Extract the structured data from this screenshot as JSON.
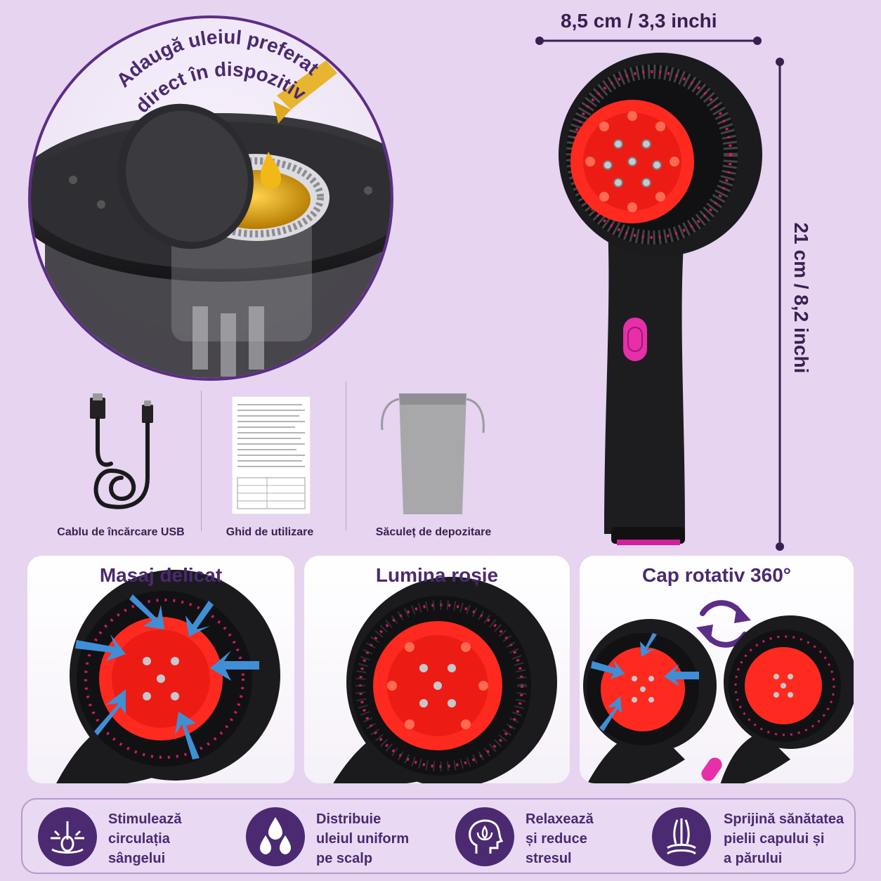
{
  "oil_callout": {
    "line1": "Adaugă uleiul preferat",
    "line2": "direct în dispozitiv"
  },
  "dimensions": {
    "width": "8,5 cm / 3,3 inchi",
    "height": "21 cm / 8,2 inchi"
  },
  "accessories": [
    {
      "label": "Cablu de încărcare USB",
      "icon": "usb-cable-icon"
    },
    {
      "label": "Ghid de utilizare",
      "icon": "manual-icon"
    },
    {
      "label": "Săculeț de depozitare",
      "icon": "storage-pouch-icon"
    }
  ],
  "features": [
    {
      "title": "Masaj delicat"
    },
    {
      "title": "Lumina roșie"
    },
    {
      "title": "Cap rotativ 360°"
    }
  ],
  "benefits": [
    {
      "lines": [
        "Stimulează",
        "circulația",
        "sângelui"
      ],
      "icon": "hair-follicle-icon"
    },
    {
      "lines": [
        "Distribuie",
        "uleiul uniform",
        "pe scalp"
      ],
      "icon": "oil-drops-icon"
    },
    {
      "lines": [
        "Relaxează",
        "și reduce",
        "stresul"
      ],
      "icon": "lotus-head-icon"
    },
    {
      "lines": [
        "Sprijină sănătatea",
        "pielii capului și",
        "a părului"
      ],
      "icon": "scalp-hair-icon"
    }
  ],
  "colors": {
    "background": "#e6d4f1",
    "accent_purple": "#4b2a72",
    "red_light": "#ff2a1f",
    "device_black": "#1b1b1e",
    "button_pink": "#e62fa8",
    "arrow_blue": "#3f8fd6"
  }
}
